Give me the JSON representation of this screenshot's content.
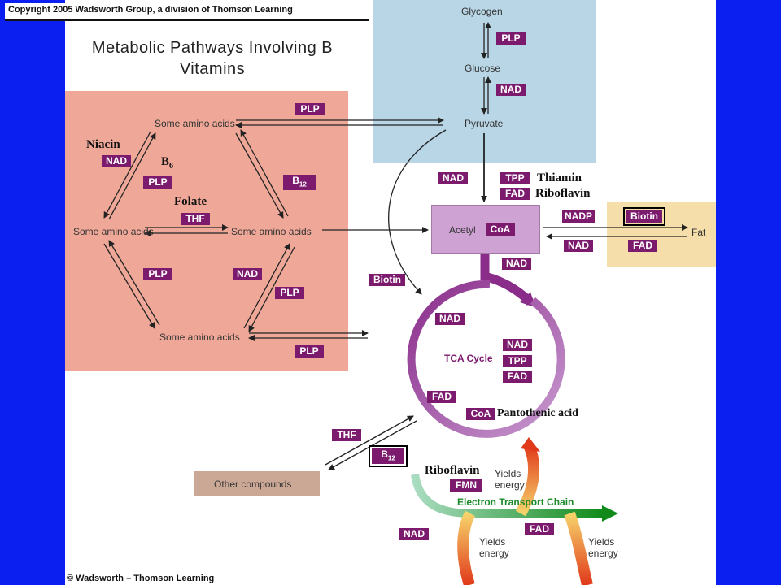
{
  "copyright_top": "Copyright 2005 Wadsworth Group, a division of Thomson Learning",
  "title": "Metabolic Pathways Involving B Vitamins",
  "footer": "© Wadsworth – Thomson Learning",
  "nodes": {
    "glycogen": "Glycogen",
    "glucose": "Glucose",
    "pyruvate": "Pyruvate",
    "amino_top": "Some amino acids",
    "amino_left": "Some amino acids",
    "amino_mid": "Some amino acids",
    "amino_bottom": "Some amino acids",
    "acetyl": "Acetyl",
    "fat": "Fat",
    "tca": "TCA Cycle",
    "other_compounds": "Other compounds",
    "yields_energy_1": "Yields energy",
    "yields_energy_2": "Yields energy",
    "yields_energy_3": "Yields energy",
    "etc": "Electron Transport Chain"
  },
  "vitamin_labels": {
    "niacin": "Niacin",
    "b6": "B",
    "b6_sub": "6",
    "folate": "Folate",
    "thiamin": "Thiamin",
    "riboflavin_1": "Riboflavin",
    "pantothenic": "Pantothenic acid",
    "riboflavin_2": "Riboflavin"
  },
  "coenzymes": {
    "plp_glycogen": "PLP",
    "nad_glucose": "NAD",
    "plp_amino_top": "PLP",
    "nad_left": "NAD",
    "plp_left": "PLP",
    "b12_right": "B",
    "b12_right_sub": "12",
    "thf_mid": "THF",
    "plp_bl": "PLP",
    "nad_br": "NAD",
    "plp_br": "PLP",
    "plp_bottom": "PLP",
    "nad_pyruvate": "NAD",
    "tpp_pyruvate": "TPP",
    "fad_pyruvate": "FAD",
    "coa_acetyl": "CoA",
    "nadp_fat": "NADP",
    "biotin_fat": "Biotin",
    "nad_fat": "NAD",
    "fad_fat": "FAD",
    "nad_acetyl": "NAD",
    "biotin_left": "Biotin",
    "nad_tca_1": "NAD",
    "nad_tca_2": "NAD",
    "tpp_tca": "TPP",
    "fad_tca_1": "FAD",
    "fad_tca_2": "FAD",
    "coa_tca": "CoA",
    "thf_other": "THF",
    "b12_other": "B",
    "b12_other_sub": "12",
    "fmn": "FMN",
    "nad_etc": "NAD",
    "fad_etc": "FAD"
  },
  "colors": {
    "background": "#0a1ff0",
    "amino_panel": "#efa898",
    "carb_panel": "#b9d6e6",
    "fat_panel": "#f6deaa",
    "acetyl_box": "#cfa2d4",
    "tag": "#7c1a6e",
    "other_box": "#cba895",
    "etc_green": "#1b8a2a",
    "tca_purple": "#8a2c8a"
  }
}
